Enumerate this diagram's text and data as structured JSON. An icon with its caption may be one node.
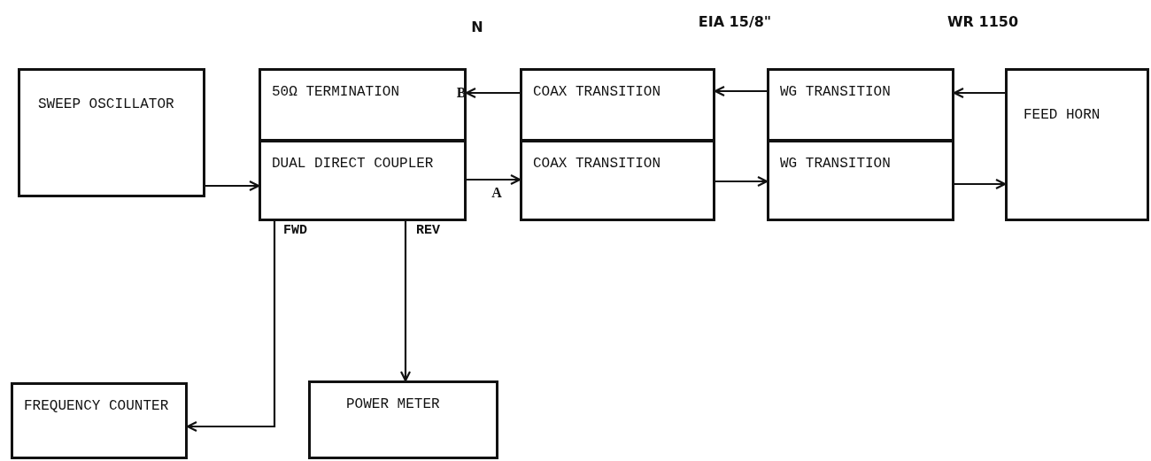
{
  "diagram": {
    "nodes": [
      {
        "text": [
          "SWEEP OSCILLATOR"
        ]
      },
      {
        "text": [
          "50Ω TERMINATION"
        ]
      },
      {
        "text": [
          "DUAL DIRECT COUPLER"
        ]
      },
      {
        "text": [
          "COAX TRANSITION"
        ]
      },
      {
        "text": [
          "COAX TRANSITION"
        ]
      },
      {
        "text": [
          "WG TRANSITION"
        ]
      },
      {
        "text": [
          "WG TRANSITION"
        ]
      },
      {
        "text": [
          "FEED HORN"
        ]
      },
      {
        "text": [
          "FREQUENCY COUNTER"
        ]
      },
      {
        "text": [
          "POWER METER"
        ]
      }
    ],
    "edges": [
      {
        "from": 0,
        "to": 2,
        "arrow": "to"
      },
      {
        "from": 3,
        "to": 1,
        "arrow": "to"
      },
      {
        "from": 2,
        "to": 4,
        "arrow": "to"
      },
      {
        "from": 5,
        "to": 3,
        "arrow": "to"
      },
      {
        "from": 4,
        "to": 6,
        "arrow": "to"
      },
      {
        "from": 7,
        "to": 5,
        "arrow": "to"
      },
      {
        "from": 6,
        "to": 7,
        "arrow": "to"
      },
      {
        "from": 2,
        "to": 8,
        "label": "FWD",
        "arrow": "to"
      },
      {
        "from": 2,
        "to": 9,
        "label": "REV",
        "arrow": "to"
      }
    ],
    "labels": [
      "N",
      "EIA 15/8\"",
      "WR 1150",
      "B",
      "A"
    ]
  }
}
